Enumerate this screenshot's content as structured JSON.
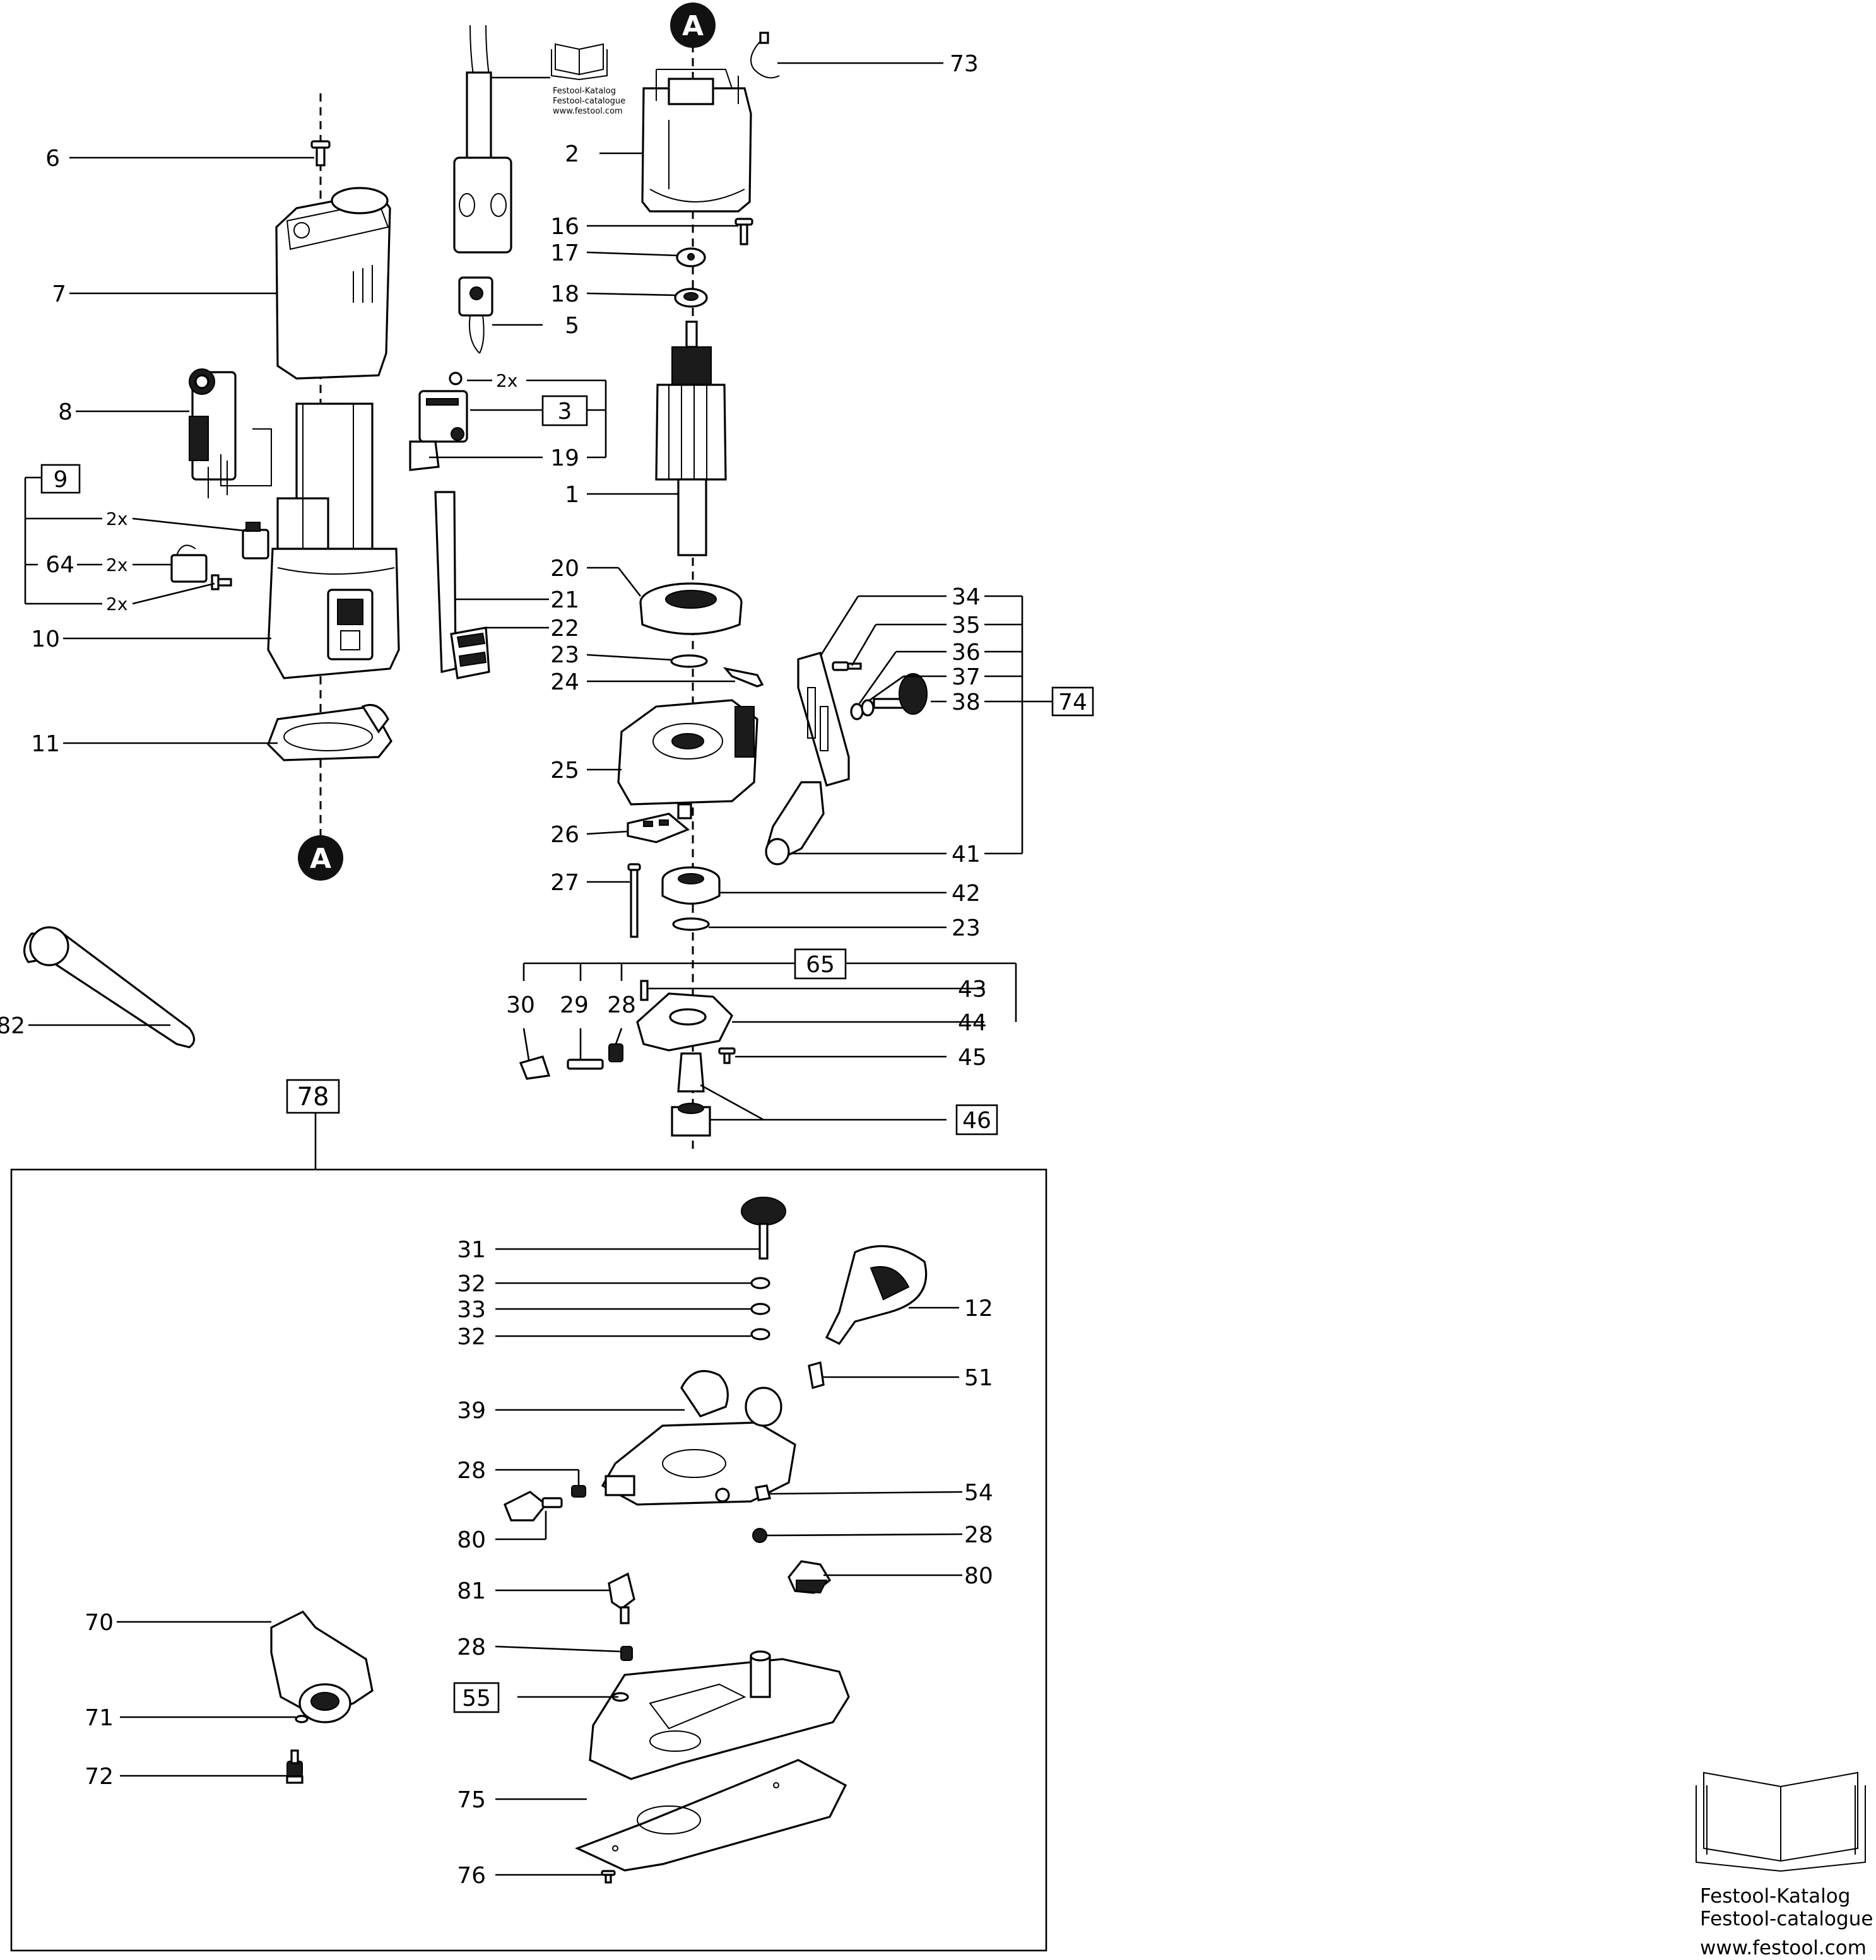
{
  "callouts": {
    "c1": "1",
    "c2": "2",
    "c3": "3",
    "c5": "5",
    "c6": "6",
    "c7": "7",
    "c8": "8",
    "c9": "9",
    "c10": "10",
    "c11": "11",
    "c12": "12",
    "c16": "16",
    "c17": "17",
    "c18": "18",
    "c19": "19",
    "c20": "20",
    "c21": "21",
    "c22": "22",
    "c23a": "23",
    "c23b": "23",
    "c24": "24",
    "c25": "25",
    "c26": "26",
    "c27": "27",
    "c28a": "28",
    "c28b": "28",
    "c28c": "28",
    "c28d": "28",
    "c29": "29",
    "c30": "30",
    "c31": "31",
    "c32a": "32",
    "c32b": "32",
    "c33": "33",
    "c34": "34",
    "c35": "35",
    "c36": "36",
    "c37": "37",
    "c38": "38",
    "c39": "39",
    "c41": "41",
    "c42": "42",
    "c43": "43",
    "c44": "44",
    "c45": "45",
    "c46": "46",
    "c51": "51",
    "c54": "54",
    "c55": "55",
    "c64": "64",
    "c65": "65",
    "c70": "70",
    "c71": "71",
    "c72": "72",
    "c73": "73",
    "c74": "74",
    "c75": "75",
    "c76": "76",
    "c78": "78",
    "c80a": "80",
    "c80b": "80",
    "c81": "81",
    "c82": "82"
  },
  "quantities": {
    "q3": "2x",
    "q9a": "2x",
    "q9b": "2x",
    "q9c": "2x"
  },
  "markers": {
    "top": "A",
    "bottom": "A"
  },
  "cable_catalog_note": {
    "line1": "Festool-Katalog",
    "line2": "Festool-catalogue",
    "line3": "www.festool.com"
  },
  "catalog_note": {
    "line1": "Festool-Katalog",
    "line2": "Festool-catalogue",
    "line3": "www.festool.com"
  }
}
